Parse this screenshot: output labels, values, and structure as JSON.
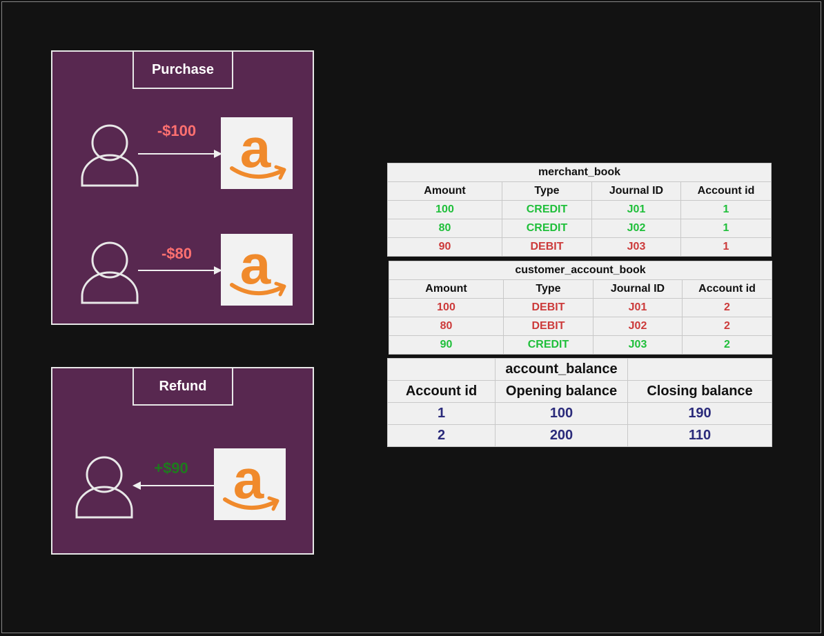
{
  "purchase": {
    "title": "Purchase",
    "transactions": [
      {
        "amount": "-$100"
      },
      {
        "amount": "-$80"
      }
    ]
  },
  "refund": {
    "title": "Refund",
    "transactions": [
      {
        "amount": "+$90"
      }
    ]
  },
  "merchant_book": {
    "title": "merchant_book",
    "headers": [
      "Amount",
      "Type",
      "Journal ID",
      "Account id"
    ],
    "rows": [
      [
        "100",
        "CREDIT",
        "J01",
        "1"
      ],
      [
        "80",
        "CREDIT",
        "J02",
        "1"
      ],
      [
        "90",
        "DEBIT",
        "J03",
        "1"
      ]
    ]
  },
  "customer_account_book": {
    "title": "customer_account_book",
    "headers": [
      "Amount",
      "Type",
      "Journal ID",
      "Account id"
    ],
    "rows": [
      [
        "100",
        "DEBIT",
        "J01",
        "2"
      ],
      [
        "80",
        "DEBIT",
        "J02",
        "2"
      ],
      [
        "90",
        "CREDIT",
        "J03",
        "2"
      ]
    ]
  },
  "account_balance": {
    "title": "account_balance",
    "headers": [
      "Account id",
      "Opening balance",
      "Closing balance"
    ],
    "rows": [
      [
        "1",
        "100",
        "190"
      ],
      [
        "2",
        "200",
        "110"
      ]
    ]
  },
  "colors": {
    "credit": "#1fbf3a",
    "debit": "#cc3a3a",
    "balance": "#2a2a7a",
    "panel": "#582850",
    "logo_orange": "#f08a2c"
  },
  "icons": {
    "person": "person-outline-icon",
    "merchant": "amazon-logo-icon",
    "arrow": "arrow-icon"
  }
}
